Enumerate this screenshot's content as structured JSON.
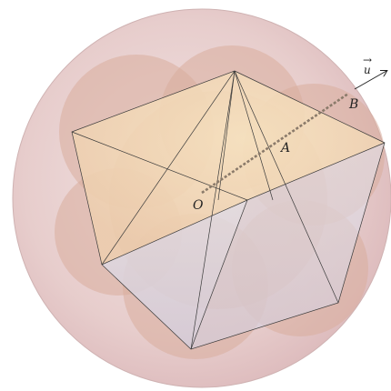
{
  "labels": {
    "origin": "O",
    "point_a": "A",
    "point_b": "B",
    "vector": "u",
    "vector_arrow": "→"
  },
  "colors": {
    "background": "#ffffff",
    "sphere_fill": "#e6c6bf",
    "blob_fill": "#dcb1a0",
    "warm_face": "#f7e2b0",
    "cool_face": "#dde0ec",
    "edge_stroke": "#333333",
    "dashed_segment": "#8a7a6a"
  }
}
